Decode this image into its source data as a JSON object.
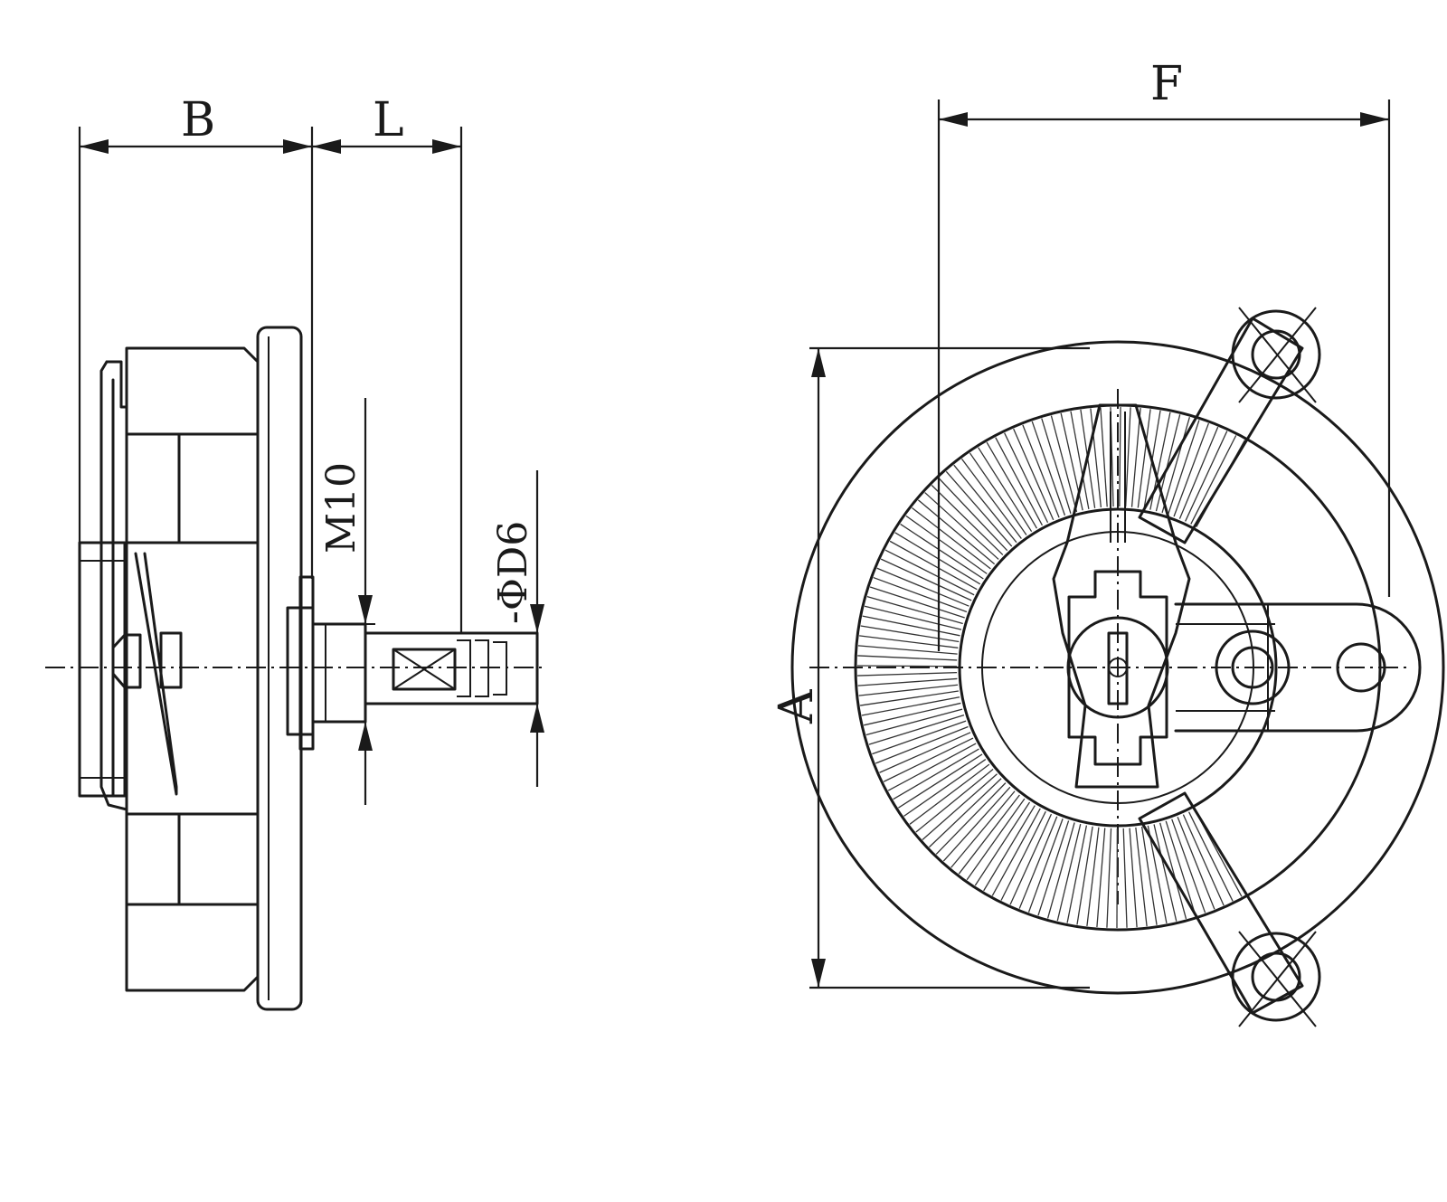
{
  "labels": {
    "width_B": "B",
    "shaft_L": "L",
    "thread": "M10",
    "shaft_d": "-ΦD6",
    "diameter_A": "A",
    "overall_F": "F"
  }
}
